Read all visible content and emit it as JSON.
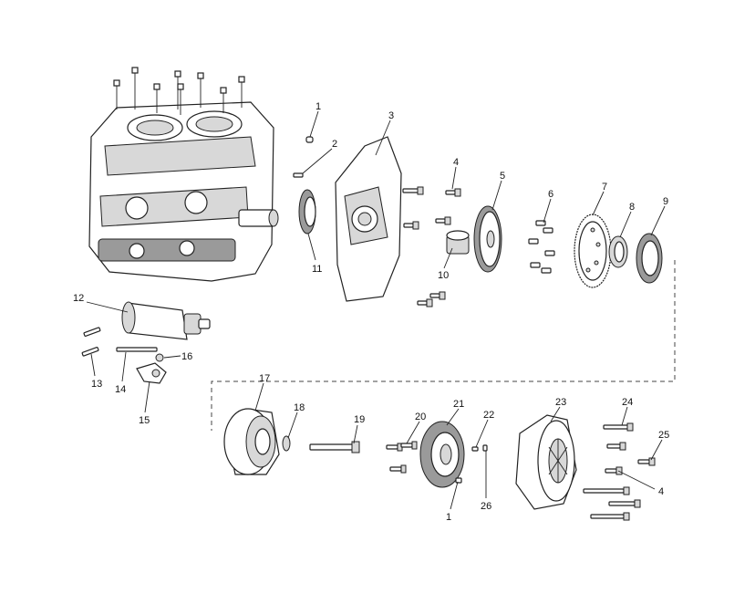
{
  "callouts": [
    {
      "id": "c1a",
      "text": "1"
    },
    {
      "id": "c2",
      "text": "2"
    },
    {
      "id": "c3",
      "text": "3"
    },
    {
      "id": "c4a",
      "text": "4"
    },
    {
      "id": "c5",
      "text": "5"
    },
    {
      "id": "c6",
      "text": "6"
    },
    {
      "id": "c7",
      "text": "7"
    },
    {
      "id": "c8",
      "text": "8"
    },
    {
      "id": "c9",
      "text": "9"
    },
    {
      "id": "c10",
      "text": "10"
    },
    {
      "id": "c11",
      "text": "11"
    },
    {
      "id": "c12",
      "text": "12"
    },
    {
      "id": "c13",
      "text": "13"
    },
    {
      "id": "c14",
      "text": "14"
    },
    {
      "id": "c15",
      "text": "15"
    },
    {
      "id": "c16",
      "text": "16"
    },
    {
      "id": "c17",
      "text": "17"
    },
    {
      "id": "c18",
      "text": "18"
    },
    {
      "id": "c19",
      "text": "19"
    },
    {
      "id": "c20",
      "text": "20"
    },
    {
      "id": "c21",
      "text": "21"
    },
    {
      "id": "c22",
      "text": "22"
    },
    {
      "id": "c23",
      "text": "23"
    },
    {
      "id": "c24",
      "text": "24"
    },
    {
      "id": "c25",
      "text": "25"
    },
    {
      "id": "c4b",
      "text": "4"
    },
    {
      "id": "c26",
      "text": "26"
    },
    {
      "id": "c1b",
      "text": "1"
    }
  ]
}
